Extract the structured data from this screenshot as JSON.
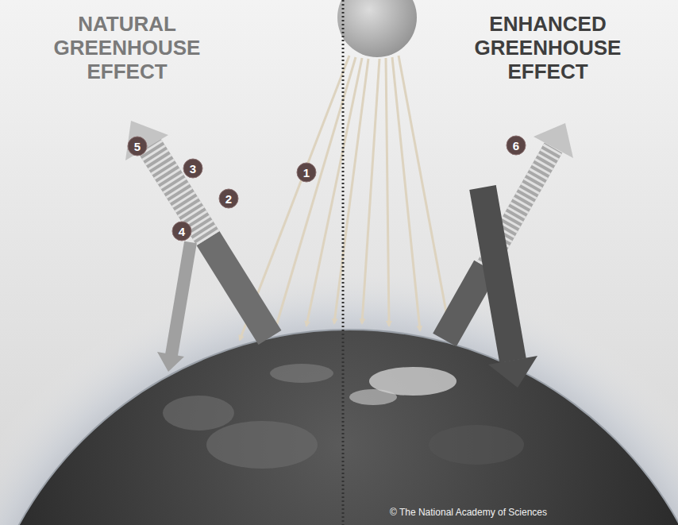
{
  "diagram": {
    "nodes": [
      {
        "text": [
          "5"
        ]
      },
      {
        "text": [
          "6"
        ]
      },
      {
        "text": [
          "3"
        ]
      },
      {
        "text": [
          "1"
        ]
      },
      {
        "text": [
          "2"
        ]
      },
      {
        "text": [
          "4"
        ]
      }
    ],
    "labels": [
      "NATURAL GREENHOUSE EFFECT",
      "ENHANCED GREENHOUSE EFFECT",
      "© The National Academy of Sciences"
    ]
  }
}
